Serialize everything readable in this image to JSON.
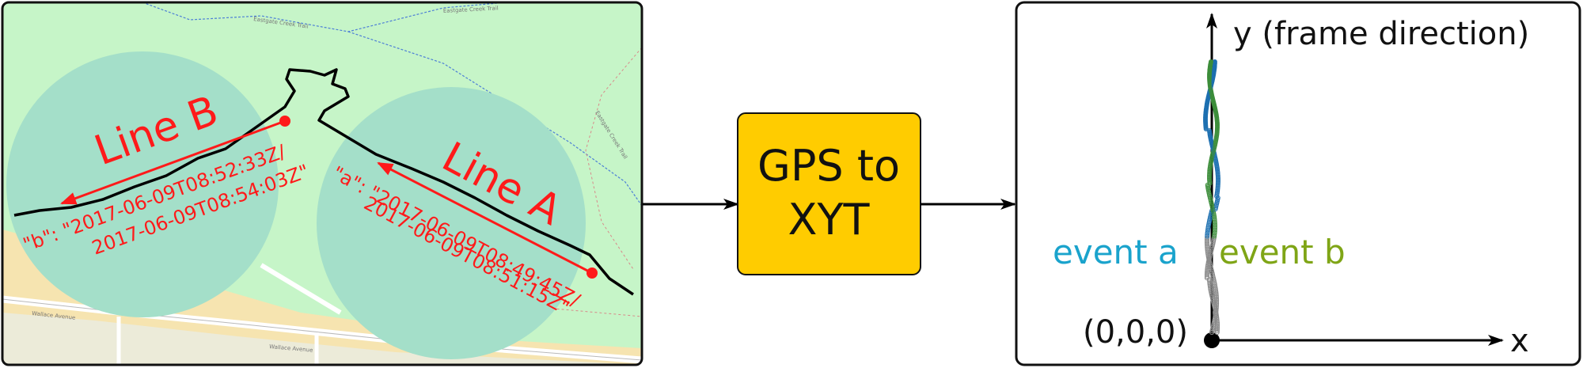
{
  "map": {
    "street_labels": {
      "top_left": "Eastgate Creek Trail",
      "top_mid": "Eastgate Creek Trail",
      "right_upper": "Eastgate Creek Trail",
      "bottom_left": "Wallace Avenue",
      "bottom_mid": "Wallace Avenue"
    },
    "line_b": {
      "label": "Line B",
      "time_line1": "\"b\": \"2017-06-09T08:52:33Z/",
      "time_line2": "2017-06-09T08:54:03Z\""
    },
    "line_a": {
      "label": "Line A",
      "time_line1": "\"a\": \"2017-06-09T08:49:45Z/",
      "time_line2": "2017-06-09T08:51:15Z\""
    }
  },
  "process": {
    "line1": "GPS to",
    "line2": "XYT"
  },
  "plot": {
    "y_label": "y (frame direction)",
    "x_label": "x",
    "origin_label": "(0,0,0)",
    "event_a": "event a",
    "event_b": "event b"
  },
  "colors": {
    "map_bg": "#c6f5c8",
    "circle": "#a4dfc9",
    "road_fill": "#f6e4b0",
    "red": "#ff1a1a",
    "box_fill": "#ffcc00",
    "event_a": "#1aa3cc",
    "event_b": "#7fa516",
    "track": "#000000"
  }
}
